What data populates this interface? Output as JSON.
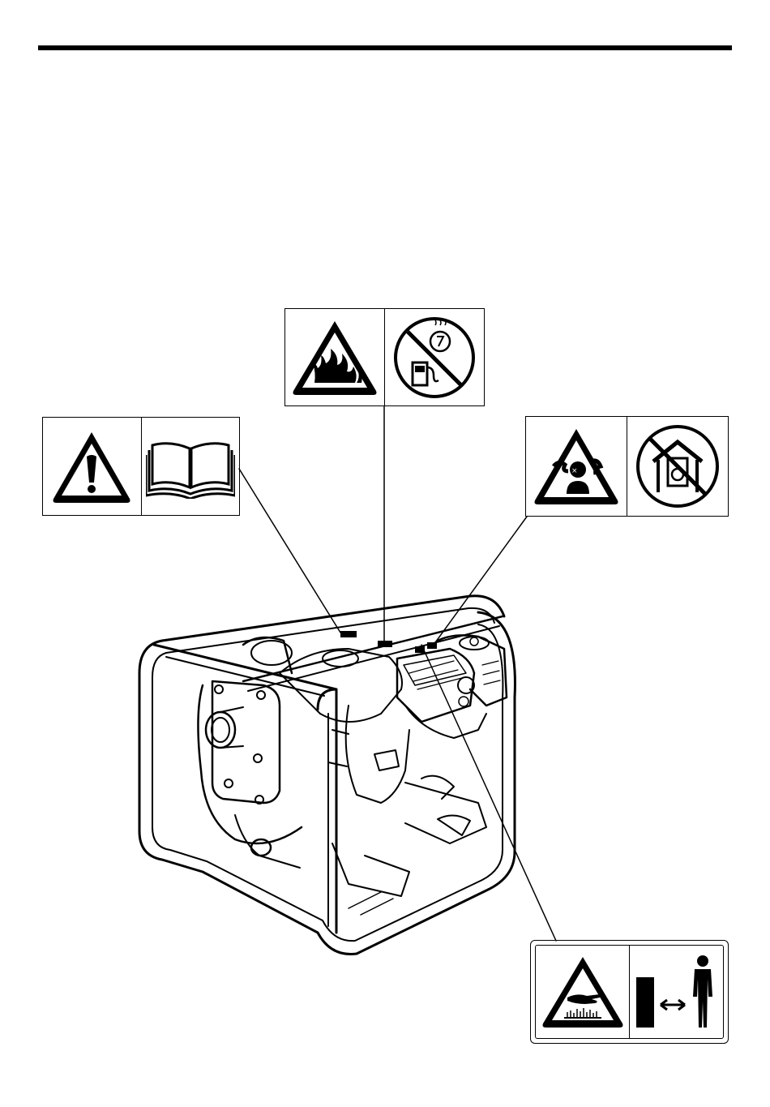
{
  "page": {
    "header_rule": "section divider"
  },
  "labels": [
    {
      "id": "manual",
      "symbols": [
        "warning-exclamation-icon",
        "read-manual-book-icon"
      ]
    },
    {
      "id": "fire",
      "symbols": [
        "flammable-fire-warning-icon",
        "no-refuel-while-hot-icon"
      ]
    },
    {
      "id": "co",
      "symbols": [
        "carbon-monoxide-warning-icon",
        "no-indoor-use-icon"
      ]
    },
    {
      "id": "hot",
      "symbols": [
        "hot-surface-warning-icon",
        "keep-distance-icon"
      ]
    }
  ],
  "colors": {
    "ink": "#000000",
    "paper": "#ffffff"
  }
}
